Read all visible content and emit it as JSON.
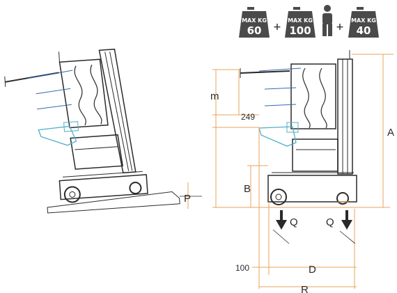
{
  "load_badges": [
    {
      "label": "MAX KG",
      "value": "60"
    },
    {
      "label": "MAX KG",
      "value": "100"
    },
    {
      "label": "MAX KG",
      "value": "40"
    }
  ],
  "operators": [
    "+",
    "+"
  ],
  "dimensions": {
    "m": "m",
    "offset": "249",
    "A": "A",
    "B": "B",
    "P": "P",
    "Q_left": "Q",
    "Q_right": "Q",
    "clearance": "100",
    "D": "D",
    "R": "R"
  },
  "icons": [
    "weight-icon",
    "person-icon",
    "load-arrow-icon"
  ],
  "colors": {
    "ink": "#2a2a2a",
    "dimension": "#e8a35a",
    "accent_blue": "#3566b5",
    "accent_cyan": "#4fb0c6",
    "badge": "#4a4a4a"
  }
}
